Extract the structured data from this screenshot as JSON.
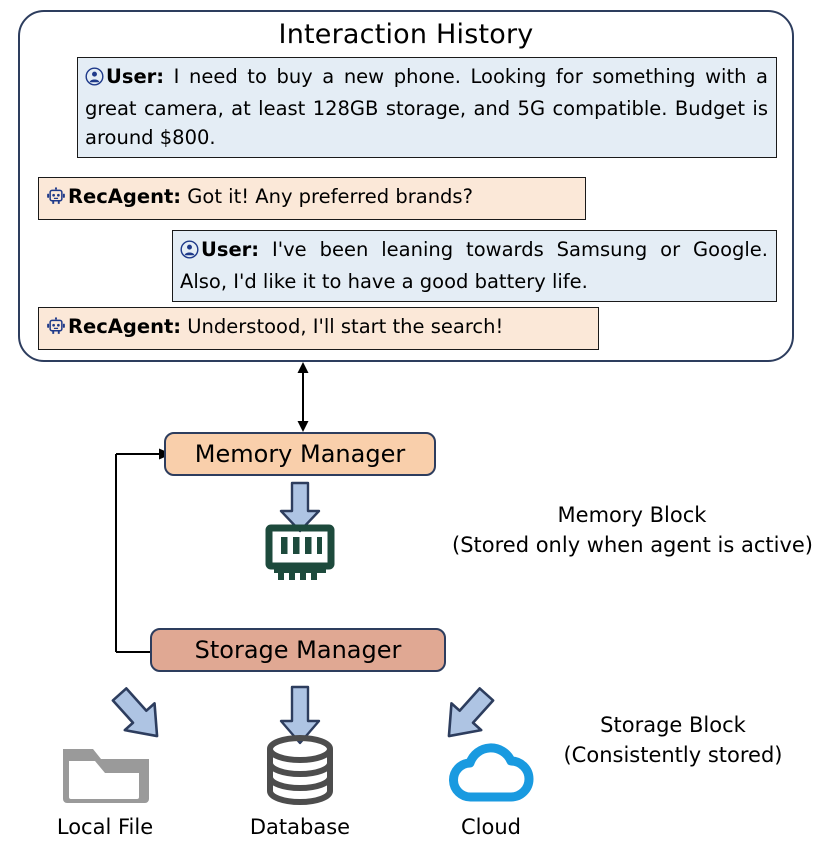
{
  "panel": {
    "title": "Interaction History",
    "messages": [
      {
        "role": "user",
        "icon": "user-avatar-icon",
        "speaker": "User:",
        "text": "I need to buy a new phone. Looking for something with a great camera, at least 128GB storage, and 5G compatible. Budget is around $800."
      },
      {
        "role": "agent",
        "icon": "robot-avatar-icon",
        "speaker": "RecAgent:",
        "text": "Got it! Any preferred brands?"
      },
      {
        "role": "user",
        "icon": "user-avatar-icon",
        "speaker": "User:",
        "text": "I've been leaning towards Samsung or Google. Also, I'd like it to have a good battery life."
      },
      {
        "role": "agent",
        "icon": "robot-avatar-icon",
        "speaker": "RecAgent:",
        "text": "Understood, I'll start the search!"
      }
    ]
  },
  "managers": {
    "memory": "Memory Manager",
    "storage": "Storage Manager"
  },
  "annotations": {
    "memory_block_title": "Memory Block",
    "memory_block_subtitle": "(Stored only when agent is active)",
    "storage_block_title": "Storage Block",
    "storage_block_subtitle": "(Consistently stored)"
  },
  "storage_targets": [
    {
      "icon": "folder-icon",
      "label": "Local File"
    },
    {
      "icon": "database-icon",
      "label": "Database"
    },
    {
      "icon": "cloud-icon",
      "label": "Cloud"
    }
  ],
  "colors": {
    "panel_border": "#2d3d5e",
    "user_bubble": "#e4edf5",
    "agent_bubble": "#fbe8d8",
    "memory_manager_fill": "#f9cfab",
    "storage_manager_fill": "#e0a893",
    "arrow_fill": "#aec4e3",
    "arrow_stroke": "#2d3d5e",
    "memory_chip": "#1d4a3c",
    "folder": "#9a9a9a",
    "database": "#4d4d4d",
    "cloud": "#199ae0",
    "avatar_blue": "#1f3a8a"
  }
}
